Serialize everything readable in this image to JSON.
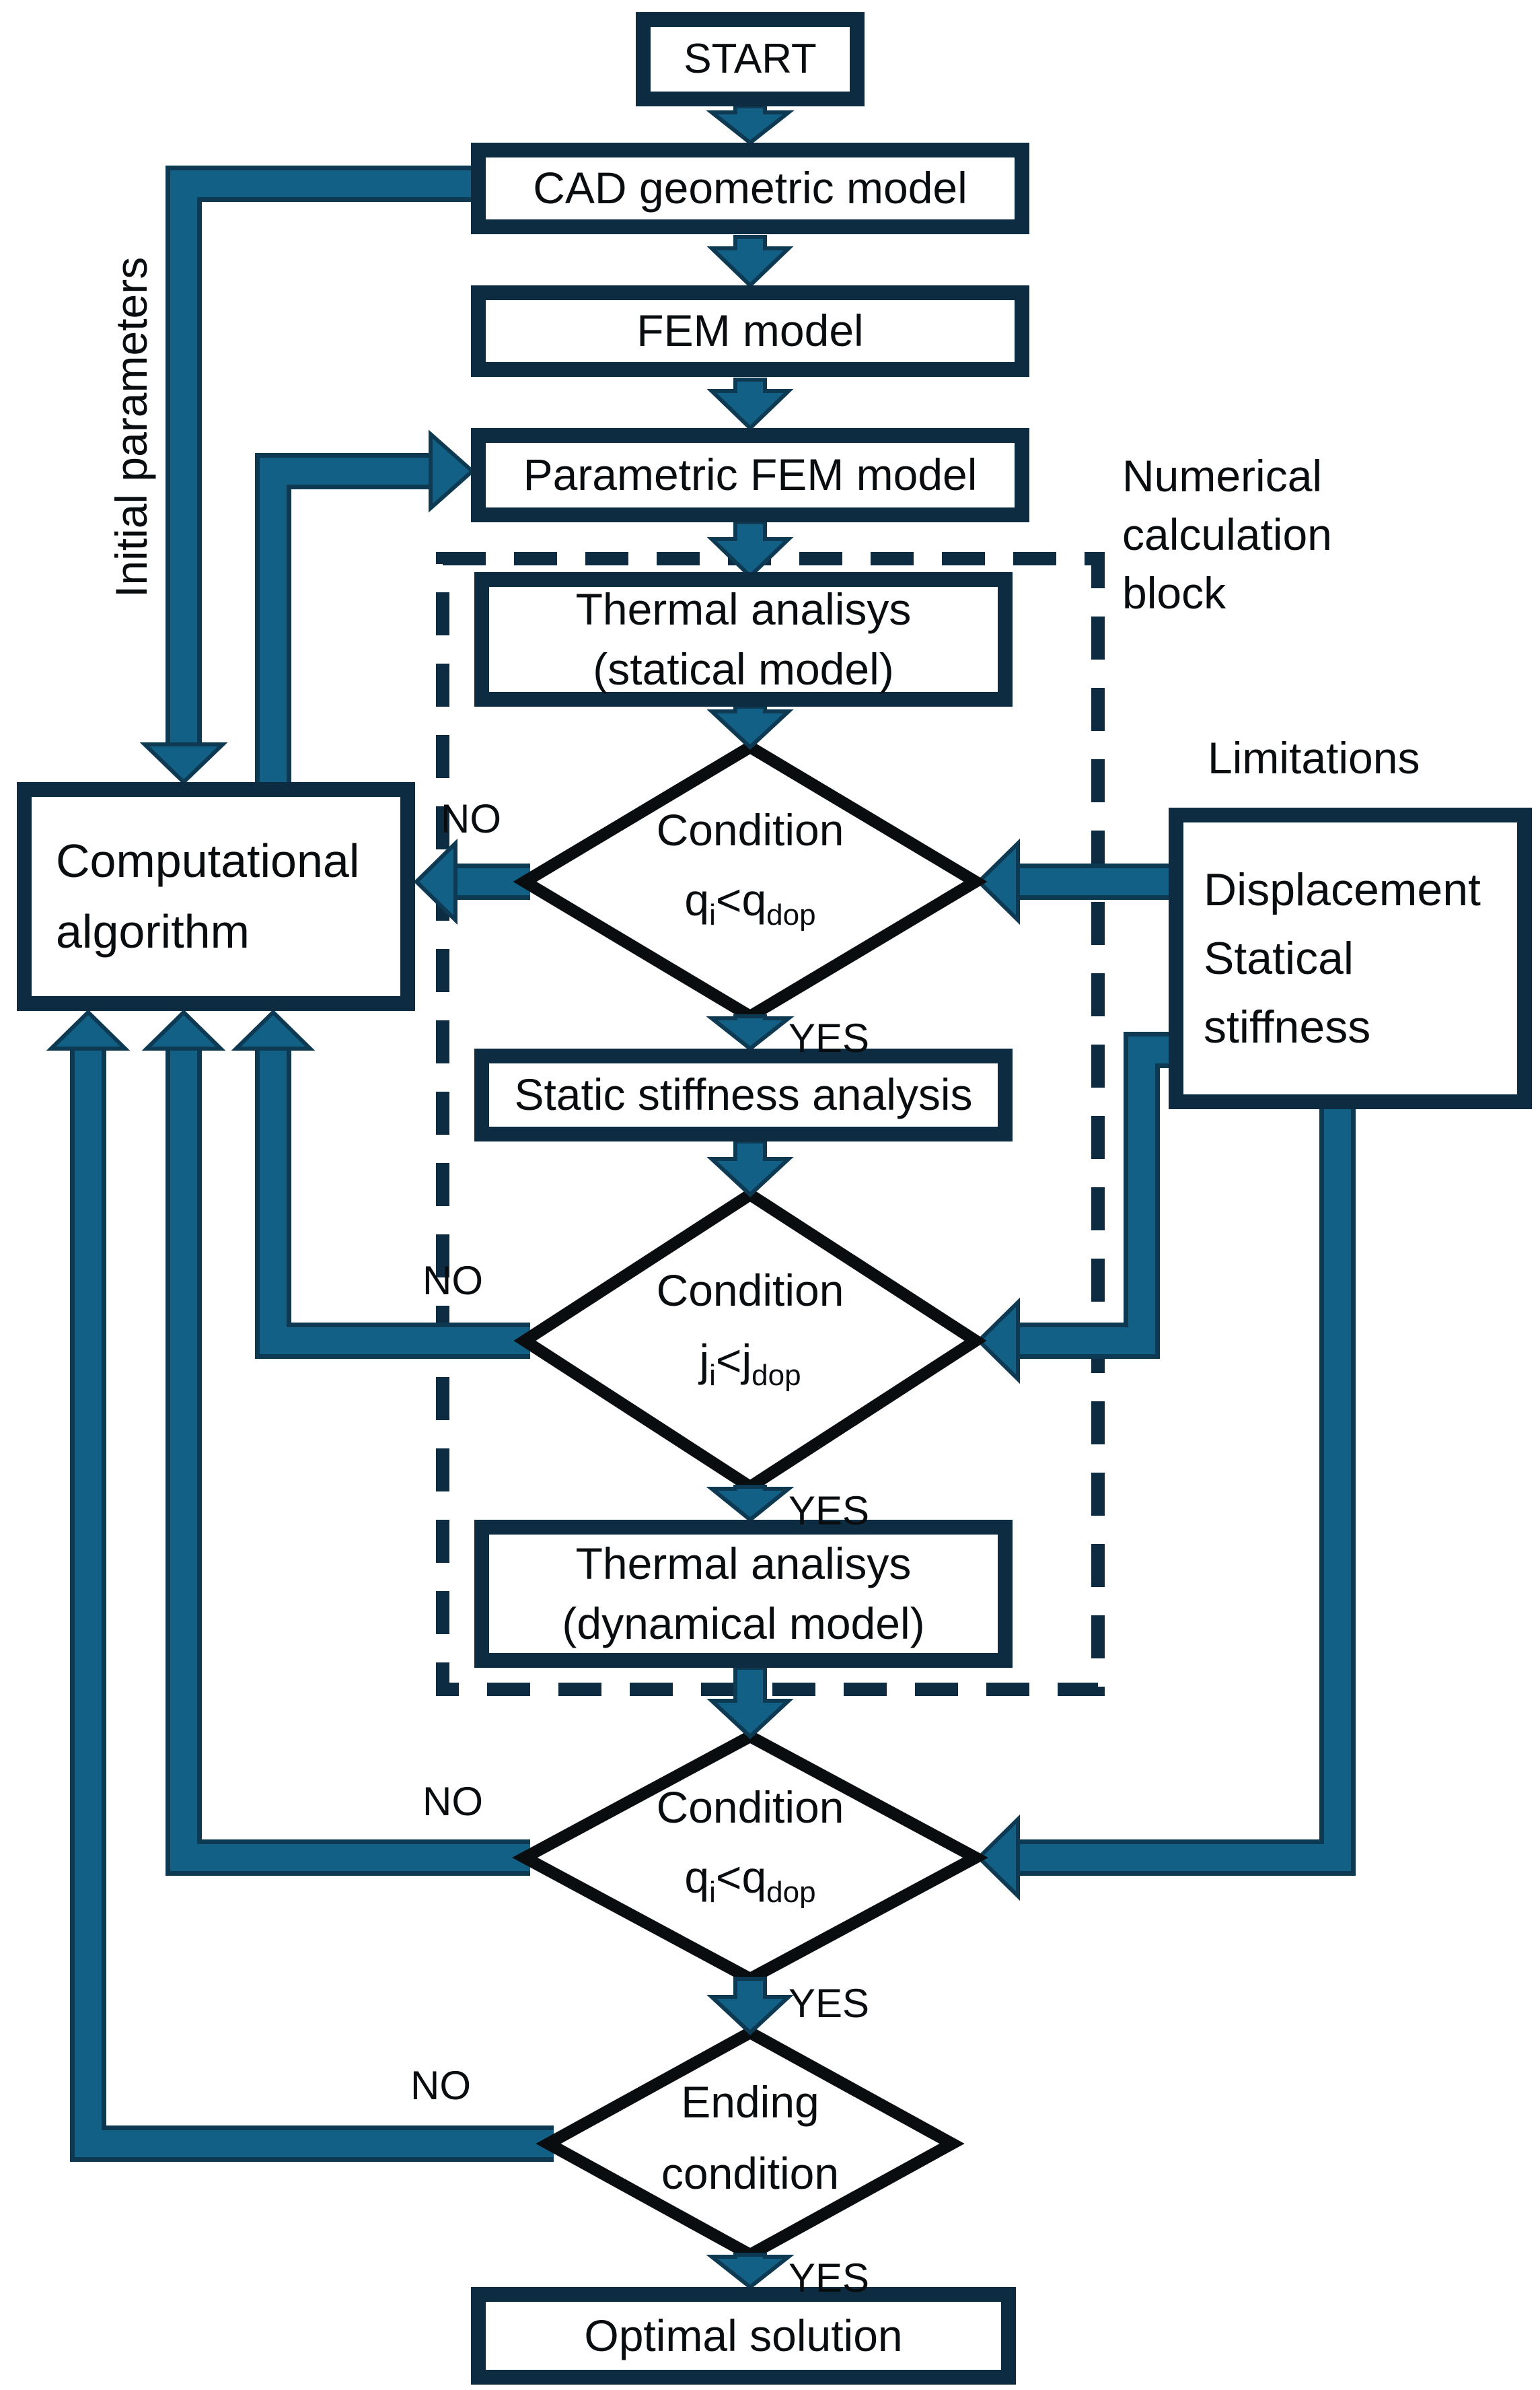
{
  "nodes": {
    "start": "START",
    "cad": "CAD geometric model",
    "fem": "FEM model",
    "parametric": "Parametric FEM model",
    "thermal_static_1": "Thermal analisys",
    "thermal_static_2": "(statical model)",
    "static_stiffness": "Static stiffness analysis",
    "thermal_dynamic_1": "Thermal analisys",
    "thermal_dynamic_2": "(dynamical model)",
    "optimal": "Optimal solution",
    "computational_1": "Computational",
    "computational_2": "algorithm",
    "limitations_1": "Displacement",
    "limitations_2": "Statical",
    "limitations_3": "stiffness"
  },
  "decisions": {
    "cond1": {
      "title": "Condition",
      "lhs": "q",
      "lhs_sub": "i",
      "op": "<",
      "rhs": "q",
      "rhs_sub": "dop"
    },
    "cond2": {
      "title": "Condition",
      "lhs": "j",
      "lhs_sub": "i",
      "op": "<",
      "rhs": "j",
      "rhs_sub": "dop"
    },
    "cond3": {
      "title": "Condition",
      "lhs": "q",
      "lhs_sub": "i",
      "op": "<",
      "rhs": "q",
      "rhs_sub": "dop"
    },
    "ending": {
      "line1": "Ending",
      "line2": "condition"
    }
  },
  "labels": {
    "initial_parameters": "Initial parameters",
    "numerical_block": "Numerical calculation block",
    "limitations": "Limitations",
    "yes": "YES",
    "no": "NO"
  },
  "colors": {
    "connector_fill": "#136086",
    "connector_outline": "#0d3a52",
    "box_border": "#0d2c42",
    "diamond_stroke": "#0a0d10",
    "text": "#0a0d10",
    "background": "#ffffff"
  }
}
